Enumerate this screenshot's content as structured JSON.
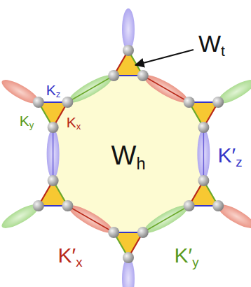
{
  "diagram": {
    "labels": [
      "Wt",
      "Kz",
      "Ky",
      "Kx",
      "Wh",
      "K′z",
      "K′x",
      "K′y"
    ]
  }
}
